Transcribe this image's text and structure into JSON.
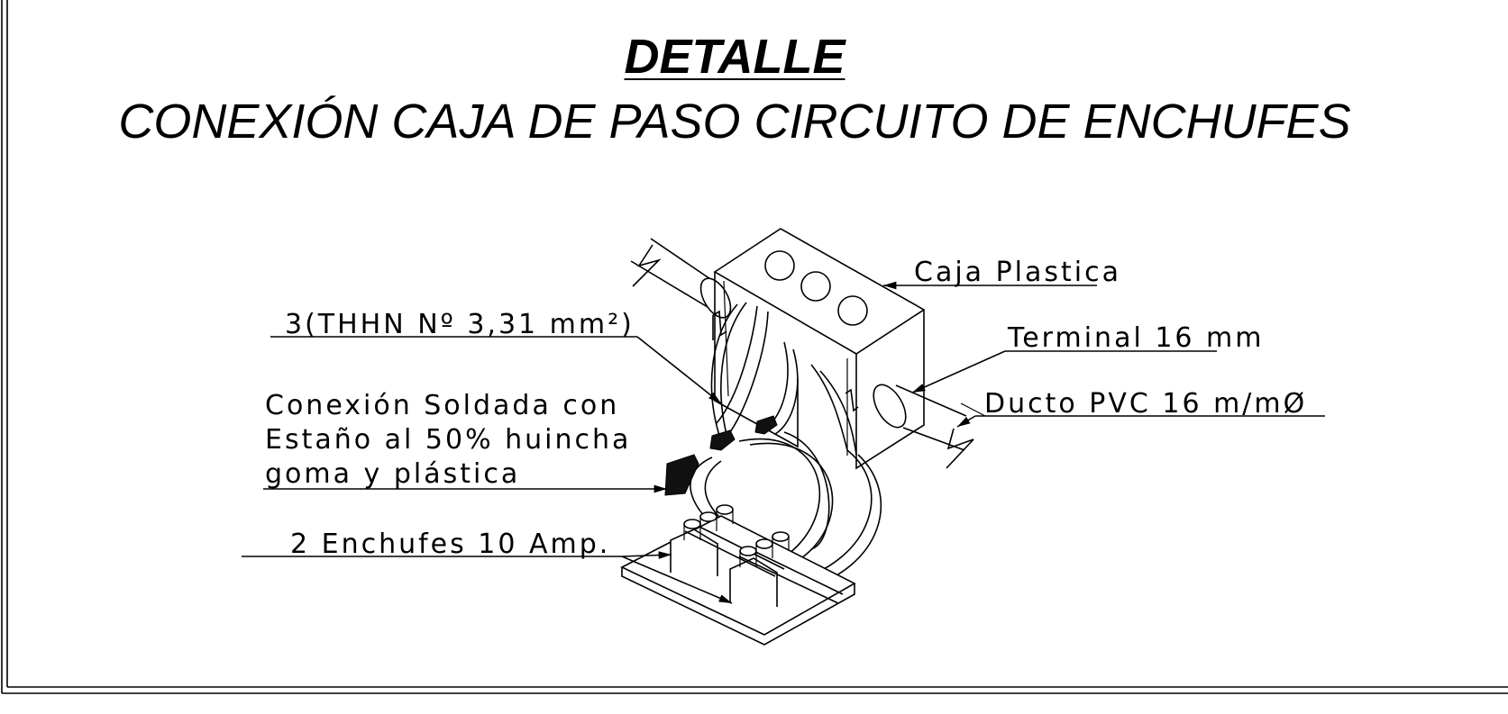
{
  "title": "DETALLE",
  "subtitle": "CONEXIÓN CAJA DE PASO CIRCUITO DE ENCHUFES",
  "labels": {
    "caja": "Caja Plastica",
    "terminal": "Terminal 16 mm",
    "ducto": "Ducto PVC 16 m/mØ",
    "thhn": "3(THHN Nº 3,31 mm²)",
    "conexion_line1": "Conexión Soldada con",
    "conexion_line2": "Estaño al 50% huincha",
    "conexion_line3": "goma y plástica",
    "enchufes": "2 Enchufes 10 Amp."
  }
}
